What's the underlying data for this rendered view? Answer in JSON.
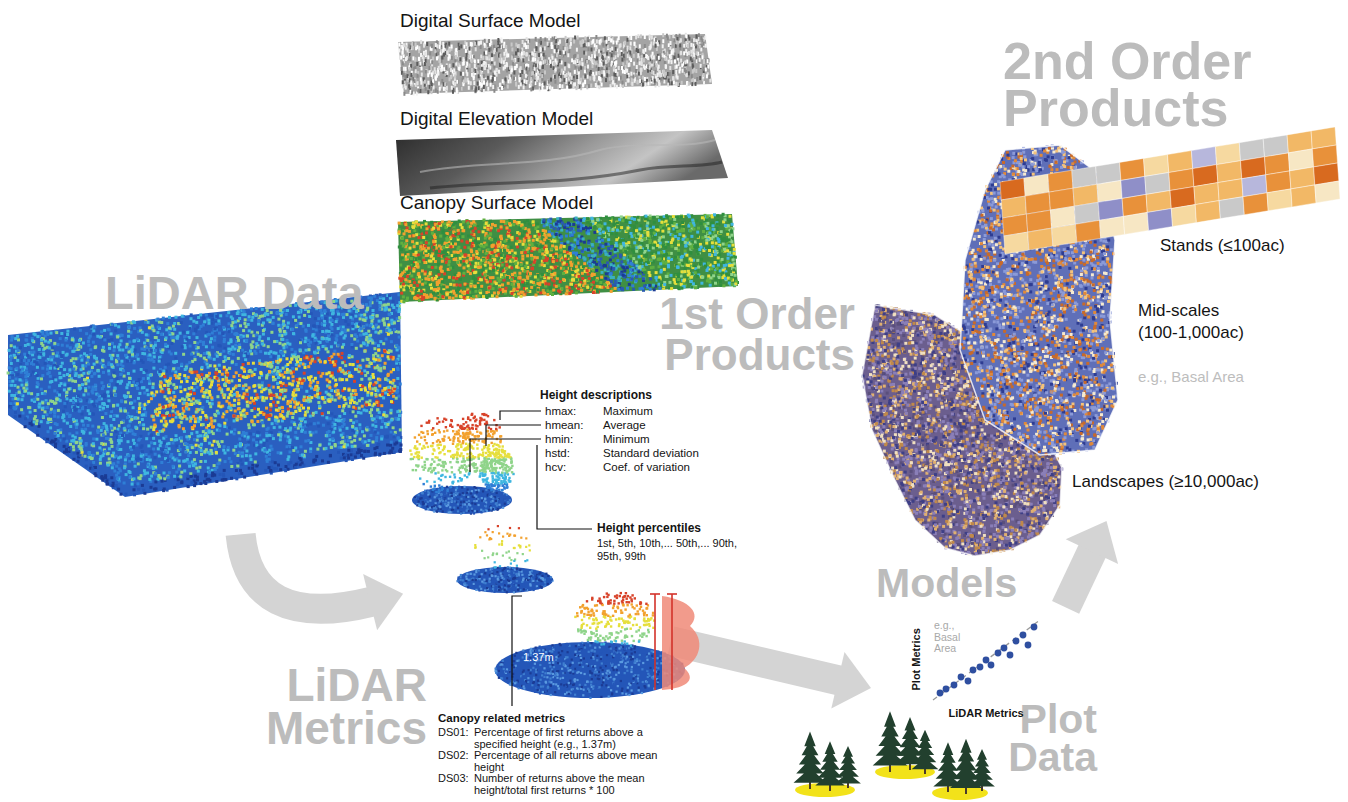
{
  "diagram": {
    "nodes": [
      {
        "text": [
          "LiDAR Data"
        ]
      },
      {
        "text": [
          "LiDAR Metrics",
          "Height descriptions",
          "hmax:",
          "Maximum",
          "hmean:",
          "Average",
          "hmin:",
          "Minimum",
          "hstd:",
          "Standard deviation",
          "hcv:",
          "Coef. of variation",
          "Height percentiles",
          "1st, 5th, 10th,... 50th,... 90th, 95th, 99th",
          "1.37m",
          "Canopy related metrics",
          "DS01:",
          "Percentage of first returns above a specified height (e.g., 1.37m)",
          "DS02:",
          "Percentage of all returns above mean height",
          "DS03:",
          "Number of returns above the mean height/total first returns * 100"
        ]
      },
      {
        "text": [
          "Models",
          "Plot Data"
        ]
      },
      {
        "text": [
          "Plot Metrics",
          "LiDAR Metrics",
          "e.g., Basal Area"
        ],
        "in": 2
      },
      {
        "text": [
          "2nd Order Products",
          "Stands (≤100ac)",
          "Mid-scales (100-1,000ac)",
          "e.g., Basal Area",
          "Landscapes (≥10,000ac)"
        ]
      }
    ],
    "edges": [
      {
        "from": 0,
        "to": 1,
        "arrow": "to"
      },
      {
        "from": 1,
        "to": 2,
        "arrow": "to"
      },
      {
        "from": 2,
        "to": 4,
        "arrow": "to"
      }
    ],
    "labels": [
      "Digital Surface Model",
      "Digital Elevation Model",
      "Canopy Surface Model",
      "1st Order Products"
    ]
  }
}
